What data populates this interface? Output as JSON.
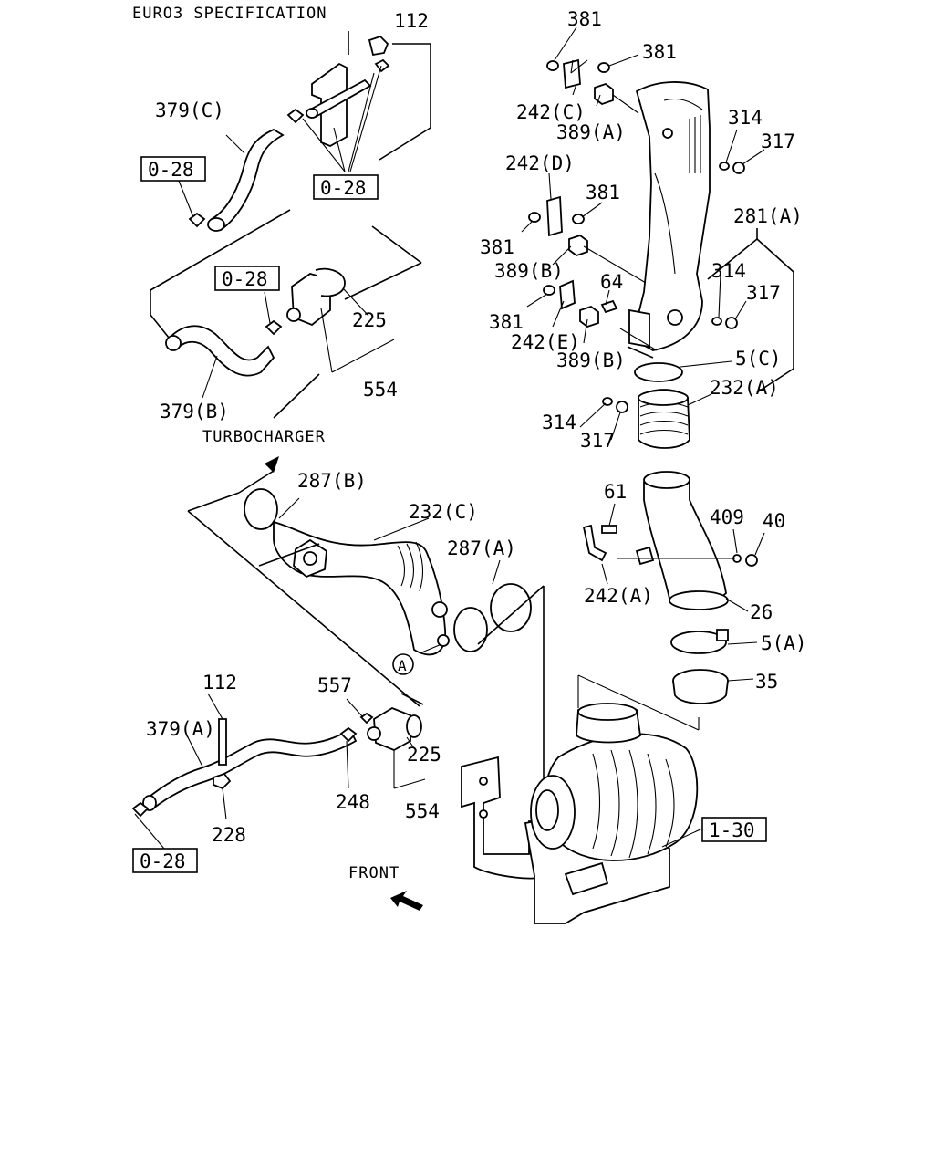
{
  "title": "EURO3 SPECIFICATION",
  "section_labels": {
    "turbocharger": "TURBOCHARGER",
    "front": "FRONT"
  },
  "callout_a": "A",
  "ref_boxes": {
    "top_left": "0-28",
    "top_mid": "0-28",
    "mid_left": "0-28",
    "bottom_left": "0-28",
    "air_cleaner": "1-30"
  },
  "parts": {
    "p112_top": "112",
    "p379c": "379(C)",
    "p379b": "379(B)",
    "p225_top": "225",
    "p554_top": "554",
    "p381_a": "381",
    "p381_b": "381",
    "p242c": "242(C)",
    "p389a": "389(A)",
    "p314_a": "314",
    "p317_a": "317",
    "p242d": "242(D)",
    "p381_c": "381",
    "p381_d": "381",
    "p281a": "281(A)",
    "p389b_1": "389(B)",
    "p64": "64",
    "p314_b": "314",
    "p317_b": "317",
    "p381_e": "381",
    "p242e": "242(E)",
    "p389b_2": "389(B)",
    "p5c": "5(C)",
    "p232a": "232(A)",
    "p314_c": "314",
    "p317_c": "317",
    "p287b": "287(B)",
    "p232c": "232(C)",
    "p287a": "287(A)",
    "p61": "61",
    "p409": "409",
    "p40": "40",
    "p242a": "242(A)",
    "p26": "26",
    "p5a": "5(A)",
    "p35": "35",
    "p112_bot": "112",
    "p557": "557",
    "p379a": "379(A)",
    "p225_bot": "225",
    "p248": "248",
    "p554_bot": "554",
    "p228": "228"
  }
}
